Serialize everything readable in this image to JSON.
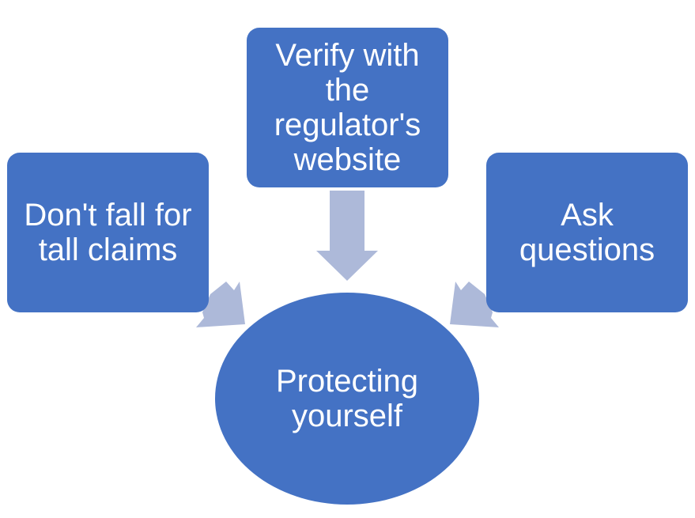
{
  "diagram": {
    "center": {
      "label": "Protecting\nyourself"
    },
    "nodes": [
      {
        "id": "left",
        "label": "Don't fall for\ntall claims"
      },
      {
        "id": "top",
        "label": "Verify with\nthe\nregulator's\nwebsite"
      },
      {
        "id": "right",
        "label": "Ask\nquestions"
      }
    ],
    "colors": {
      "node_fill": "#4472c4",
      "arrow_fill": "#adb9d9",
      "text": "#ffffff"
    }
  }
}
